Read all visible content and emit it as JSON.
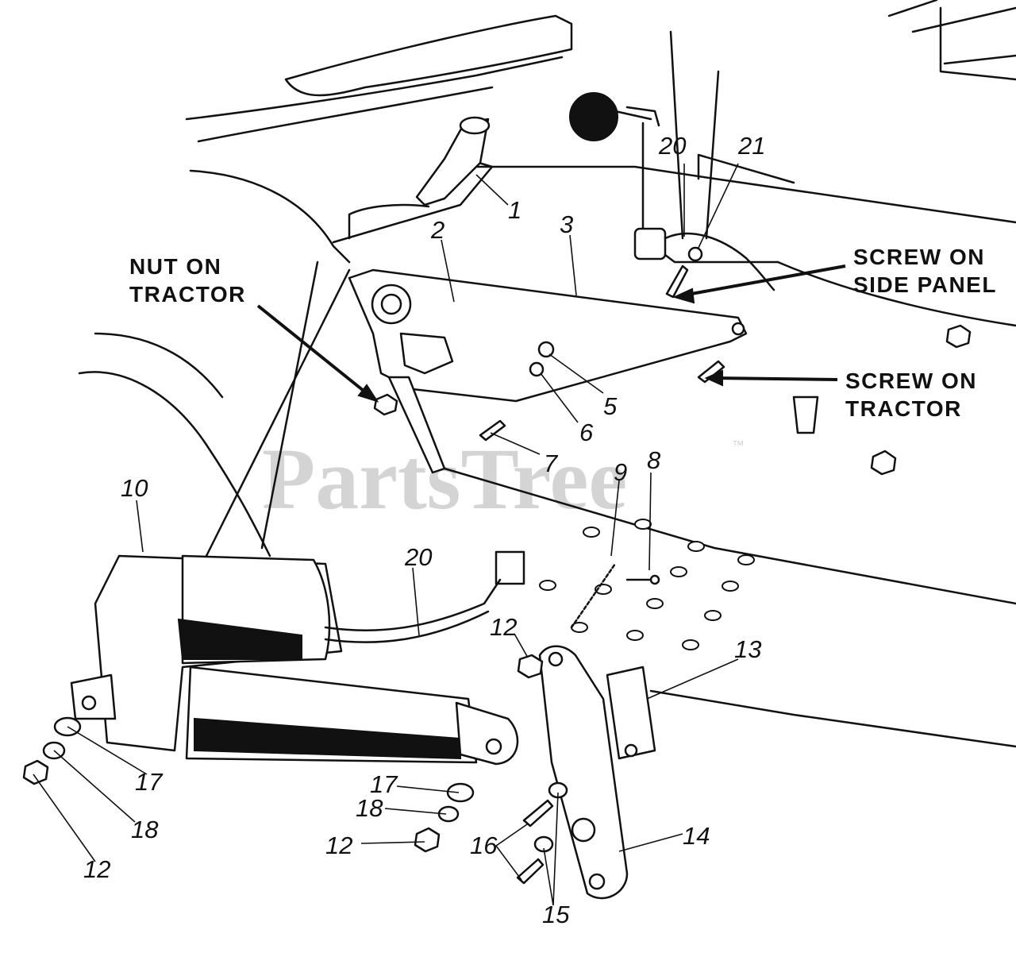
{
  "watermark": {
    "text": "PartsTree",
    "trademark": "™"
  },
  "callouts": {
    "c1": "1",
    "c2": "2",
    "c3": "3",
    "c5": "5",
    "c6": "6",
    "c7": "7",
    "c8": "8",
    "c9": "9",
    "c10": "10",
    "c12a": "12",
    "c12b": "12",
    "c12c": "12",
    "c13": "13",
    "c14": "14",
    "c15": "15",
    "c16": "16",
    "c17a": "17",
    "c17b": "17",
    "c18a": "18",
    "c18b": "18",
    "c20a": "20",
    "c20b": "20",
    "c21": "21"
  },
  "notes": {
    "nut_on_tractor": [
      "NUT ON",
      "TRACTOR"
    ],
    "screw_on_side_panel": [
      "SCREW ON",
      "SIDE PANEL"
    ],
    "screw_on_tractor": [
      "SCREW ON",
      "TRACTOR"
    ]
  }
}
